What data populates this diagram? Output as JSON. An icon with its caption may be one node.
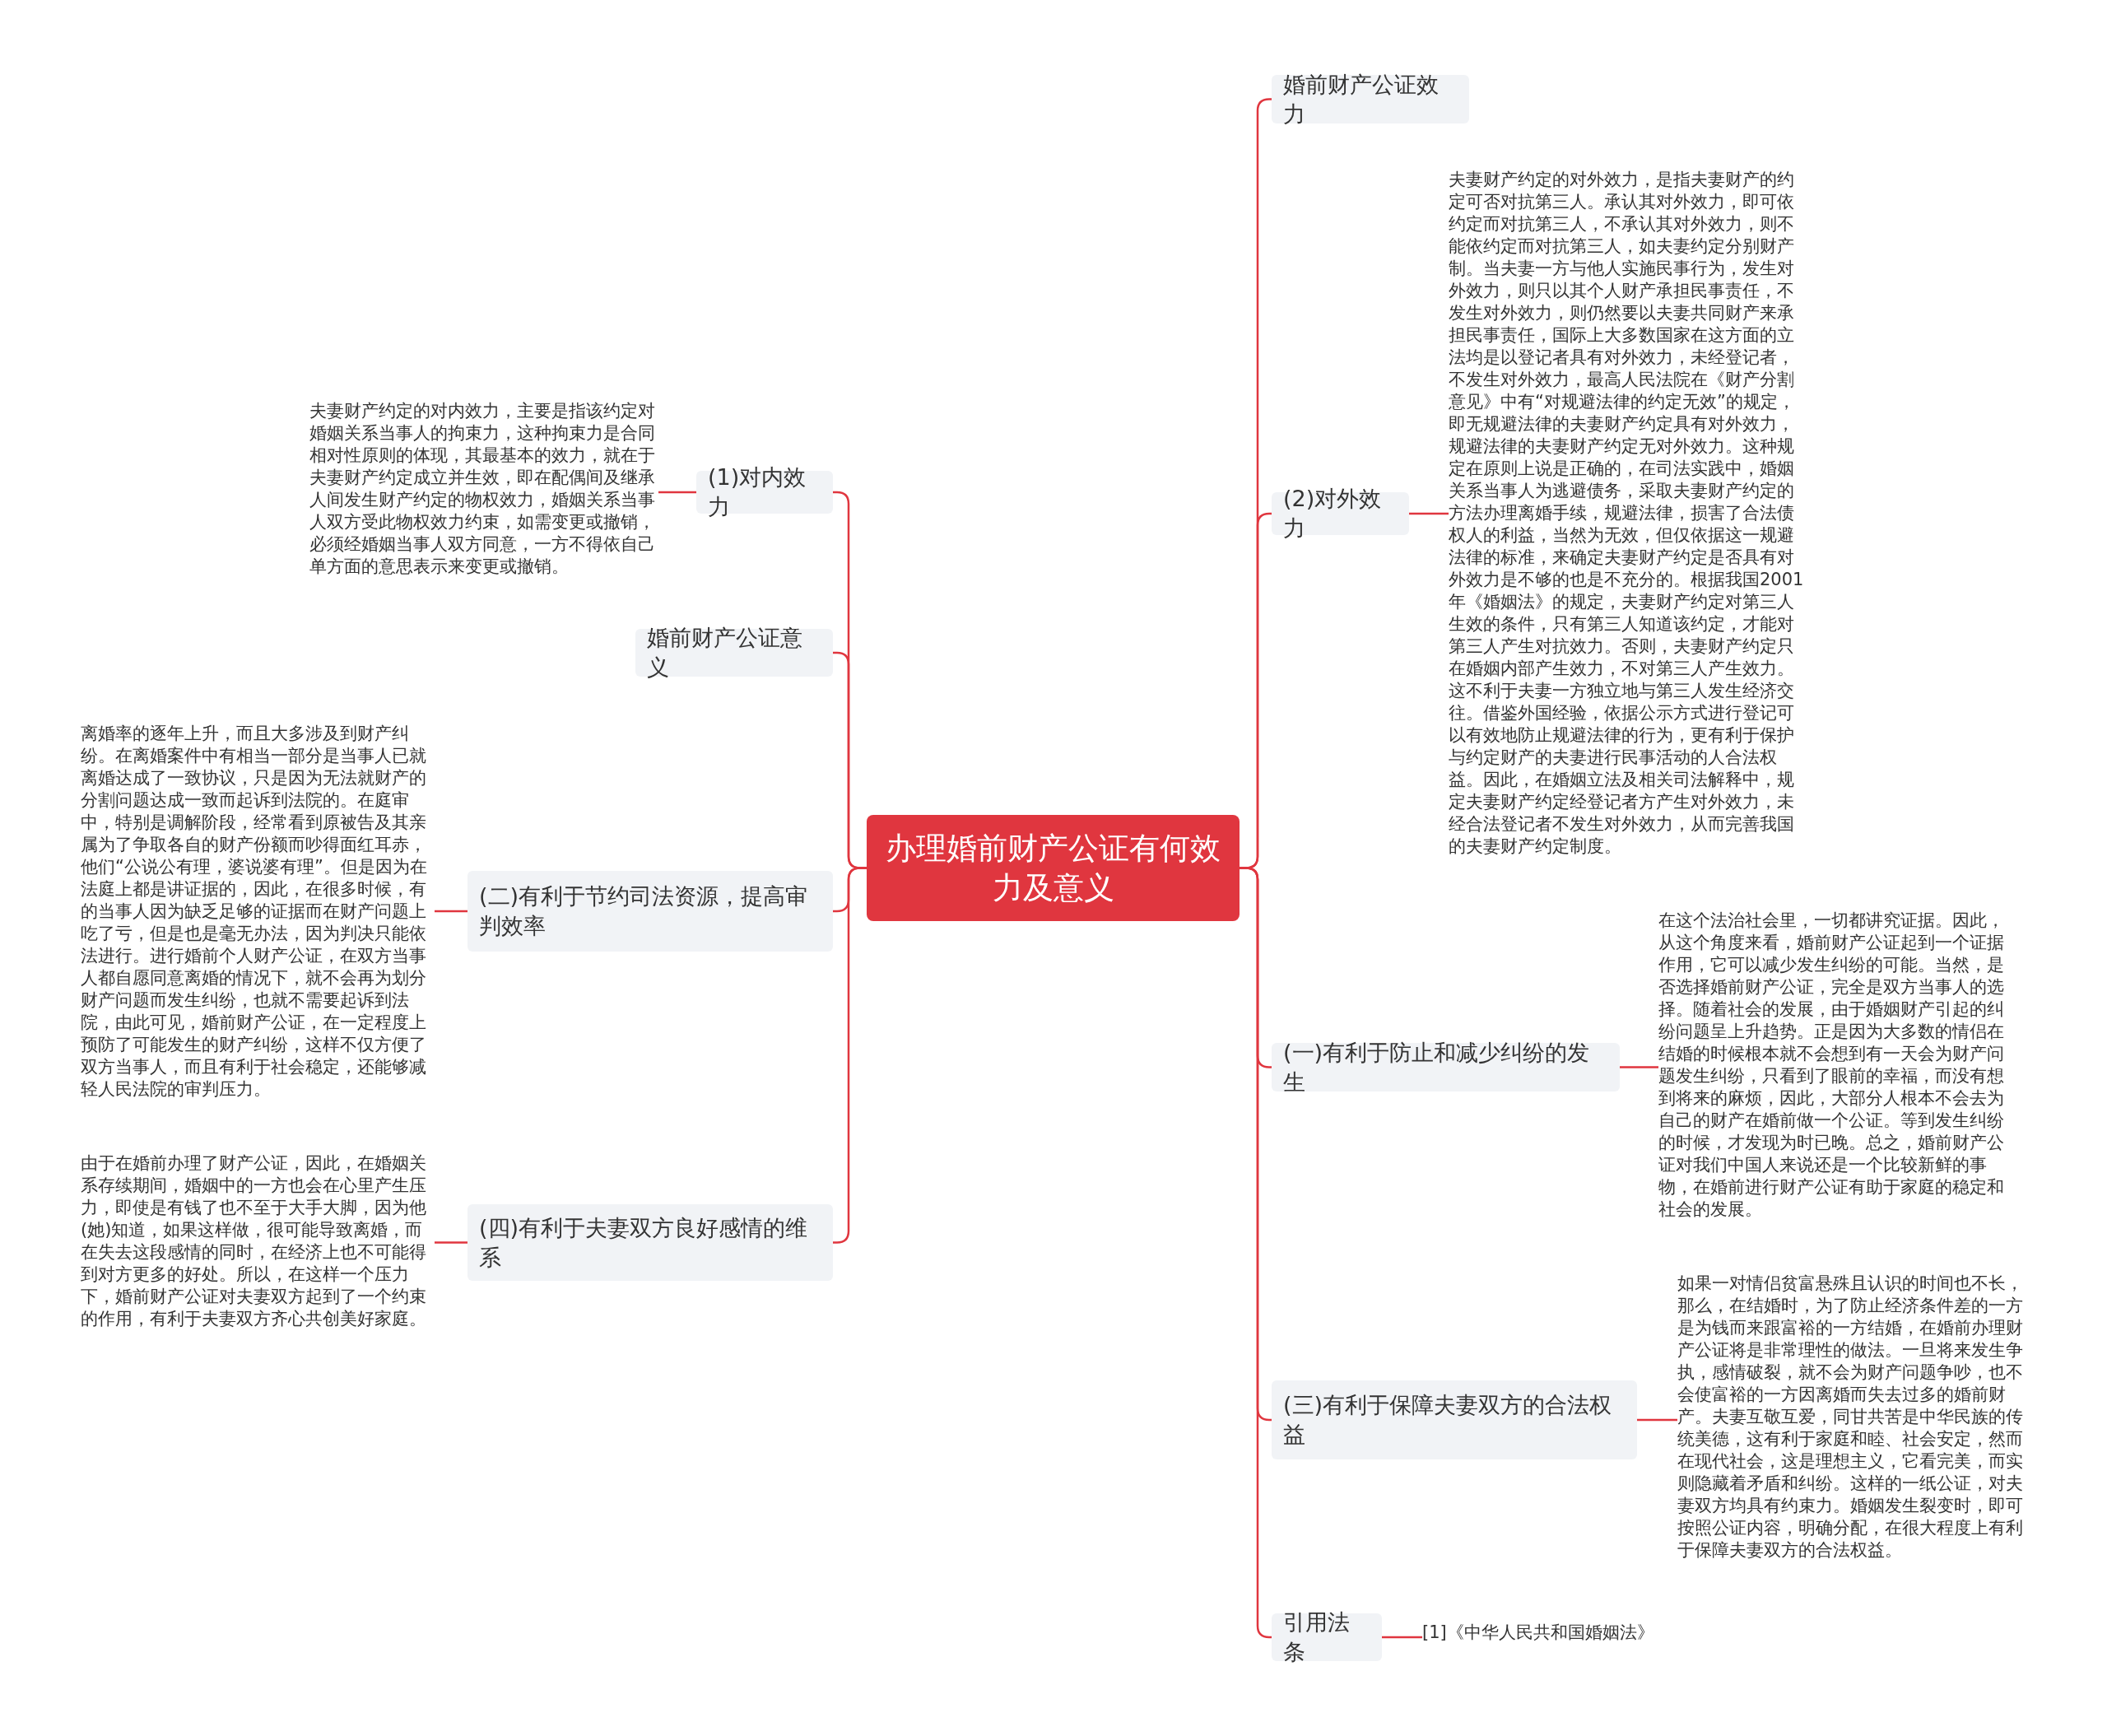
{
  "diagram": {
    "nodes": [
      {
        "text": [
          "办理婚前财产公证有何效力及意义"
        ]
      },
      {
        "text": [
          "(1)对内效力"
        ]
      },
      {
        "text": [
          "夫妻财产约定的对内效力，主要是指该约定对婚姻关系当事人的拘束力，这种拘束力是合同相对性原则的体现，其最基本的效力，就在于夫妻财产约定成立并生效，即在配偶间及继承人间发生财产约定的物权效力，婚姻关系当事人双方受此物权效力约束，如需变更或撤销，必须经婚姻当事人双方同意，一方不得依自己单方面的意思表示来变更或撤销。"
        ]
      },
      {
        "text": [
          "婚前财产公证意义"
        ]
      },
      {
        "text": [
          "(二)有利于节约司法资源，提高审判效率"
        ]
      },
      {
        "text": [
          "离婚率的逐年上升，而且大多涉及到财产纠纷。在离婚案件中有相当一部分是当事人已就离婚达成了一致协议，只是因为无法就财产的分割问题达成一致而起诉到法院的。在庭审中，特别是调解阶段，经常看到原被告及其亲属为了争取各自的财产份额而吵得面红耳赤，他们“公说公有理，婆说婆有理”。但是因为在法庭上都是讲证据的，因此，在很多时候，有的当事人因为缺乏足够的证据而在财产问题上吃了亏，但是也是毫无办法，因为判决只能依法进行。进行婚前个人财产公证，在双方当事人都自愿同意离婚的情况下，就不会再为划分财产问题而发生纠纷，也就不需要起诉到法院，由此可见，婚前财产公证，在一定程度上预防了可能发生的财产纠纷，这样不仅方便了双方当事人，而且有利于社会稳定，还能够减轻人民法院的审判压力。"
        ]
      },
      {
        "text": [
          "(四)有利于夫妻双方良好感情的维系"
        ]
      },
      {
        "text": [
          "由于在婚前办理了财产公证，因此，在婚姻关系存续期间，婚姻中的一方也会在心里产生压力，即使是有钱了也不至于大手大脚，因为他(她)知道，如果这样做，很可能导致离婚，而在失去这段感情的同时，在经济上也不可能得到对方更多的好处。所以，在这样一个压力下，婚前财产公证对夫妻双方起到了一个约束的作用，有利于夫妻双方齐心共创美好家庭。"
        ]
      },
      {
        "text": [
          "婚前财产公证效力"
        ]
      },
      {
        "text": [
          "(2)对外效力"
        ]
      },
      {
        "text": [
          "夫妻财产约定的对外效力，是指夫妻财产的约定可否对抗第三人。承认其对外效力，即可依约定而对抗第三人，不承认其对外效力，则不能依约定而对抗第三人，如夫妻约定分别财产制。当夫妻一方与他人实施民事行为，发生对外效力，则只以其个人财产承担民事责任，不发生对外效力，则仍然要以夫妻共同财产来承担民事责任，国际上大多数国家在这方面的立法均是以登记者具有对外效力，未经登记者，不发生对外效力，最高人民法院在《财产分割意见》中有“对规避法律的约定无效”的规定，即无规避法律的夫妻财产约定具有对外效力，规避法律的夫妻财产约定无对外效力。这种规定在原则上说是正确的，在司法实践中，婚姻关系当事人为逃避债务，采取夫妻财产约定的方法办理离婚手续，规避法律，损害了合法债权人的利益，当然为无效，但仅依据这一规避法律的标准，来确定夫妻财产约定是否具有对外效力是不够的也是不充分的。根据我国2001年《婚姻法》的规定，夫妻财产约定对第三人生效的条件，只有第三人知道该约定，才能对第三人产生对抗效力。否则，夫妻财产约定只在婚姻内部产生效力，不对第三人产生效力。这不利于夫妻一方独立地与第三人发生经济交往。借鉴外国经验，依据公示方式进行登记可以有效地防止规避法律的行为，更有利于保护与约定财产的夫妻进行民事活动的人合法权益。因此，在婚姻立法及相关司法解释中，规定夫妻财产约定经登记者方产生对外效力，未经合法登记者不发生对外效力，从而完善我国的夫妻财产约定制度。"
        ]
      },
      {
        "text": [
          "(一)有利于防止和减少纠纷的发生"
        ]
      },
      {
        "text": [
          "在这个法治社会里，一切都讲究证据。因此，从这个角度来看，婚前财产公证起到一个证据作用，它可以减少发生纠纷的可能。当然，是否选择婚前财产公证，完全是双方当事人的选择。随着社会的发展，由于婚姻财产引起的纠纷问题呈上升趋势。正是因为大多数的情侣在结婚的时候根本就不会想到有一天会为财产问题发生纠纷，只看到了眼前的幸福，而没有想到将来的麻烦，因此，大部分人根本不会去为自己的财产在婚前做一个公证。等到发生纠纷的时候，才发现为时已晚。总之，婚前财产公证对我们中国人来说还是一个比较新鲜的事物，在婚前进行财产公证有助于家庭的稳定和社会的发展。"
        ]
      },
      {
        "text": [
          "(三)有利于保障夫妻双方的合法权益"
        ]
      },
      {
        "text": [
          "如果一对情侣贫富悬殊且认识的时间也不长，那么，在结婚时，为了防止经济条件差的一方是为钱而来跟富裕的一方结婚，在婚前办理财产公证将是非常理性的做法。一旦将来发生争执，感情破裂，就不会为财产问题争吵，也不会使富裕的一方因离婚而失去过多的婚前财产。夫妻互敬互爱，同甘共苦是中华民族的传统美德，这有利于家庭和睦、社会安定，然而在现代社会，这是理想主义，它看完美，而实则隐藏着矛盾和纠纷。这样的一纸公证，对夫妻双方均具有约束力。婚姻发生裂变时，即可按照公证内容，明确分配，在很大程度上有利于保障夫妻双方的合法权益。"
        ]
      },
      {
        "text": [
          "引用法条"
        ]
      },
      {
        "text": [
          "[1]《中华人民共和国婚姻法》"
        ]
      }
    ],
    "edges": [
      {
        "from": 0,
        "to": 1,
        "arrow": "none"
      },
      {
        "from": 1,
        "to": 2,
        "arrow": "none"
      },
      {
        "from": 0,
        "to": 3,
        "arrow": "none"
      },
      {
        "from": 0,
        "to": 4,
        "arrow": "none"
      },
      {
        "from": 4,
        "to": 5,
        "arrow": "none"
      },
      {
        "from": 0,
        "to": 6,
        "arrow": "none"
      },
      {
        "from": 6,
        "to": 7,
        "arrow": "none"
      },
      {
        "from": 0,
        "to": 8,
        "arrow": "none"
      },
      {
        "from": 0,
        "to": 9,
        "arrow": "none"
      },
      {
        "from": 9,
        "to": 10,
        "arrow": "none"
      },
      {
        "from": 0,
        "to": 11,
        "arrow": "none"
      },
      {
        "from": 11,
        "to": 12,
        "arrow": "none"
      },
      {
        "from": 0,
        "to": 13,
        "arrow": "none"
      },
      {
        "from": 13,
        "to": 14,
        "arrow": "none"
      },
      {
        "from": 0,
        "to": 15,
        "arrow": "none"
      },
      {
        "from": 15,
        "to": 16,
        "arrow": "none"
      }
    ]
  }
}
